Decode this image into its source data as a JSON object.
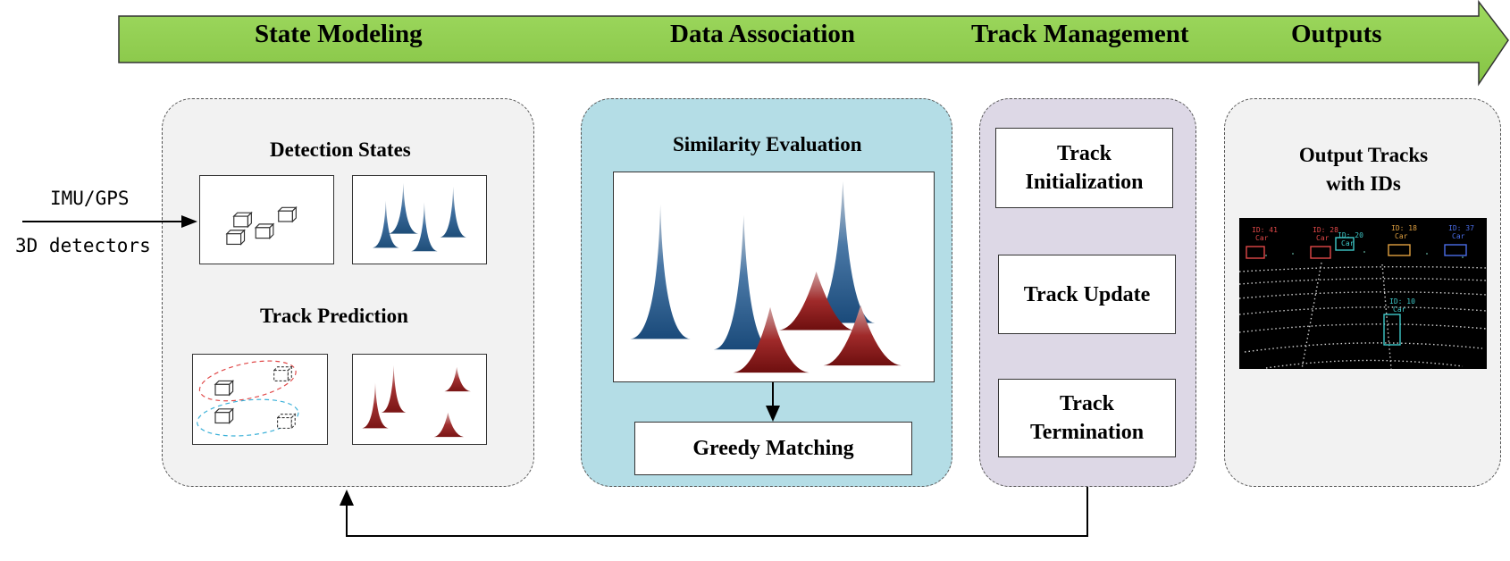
{
  "stages": [
    "State Modeling",
    "Data Association",
    "Track Management",
    "Outputs"
  ],
  "inputs": {
    "imu": "IMU/GPS",
    "detectors": "3D detectors"
  },
  "state_modeling": {
    "detection_states": "Detection States",
    "track_prediction": "Track Prediction"
  },
  "data_association": {
    "similarity": "Similarity Evaluation",
    "greedy": "Greedy Matching"
  },
  "track_management": {
    "init_line1": "Track",
    "init_line2": "Initialization",
    "update": "Track Update",
    "term_line1": "Track",
    "term_line2": "Termination"
  },
  "outputs": {
    "title_line1": "Output Tracks",
    "title_line2": "with IDs",
    "tags": [
      {
        "id": "ID: 41",
        "cls": "Car",
        "color": "#e04848"
      },
      {
        "id": "ID: 28",
        "cls": "Car",
        "color": "#e04848"
      },
      {
        "id": "ID: 20",
        "cls": "Car",
        "color": "#3ec9c9"
      },
      {
        "id": "ID: 18",
        "cls": "Car",
        "color": "#e0a040"
      },
      {
        "id": "ID: 37",
        "cls": "Car",
        "color": "#4a6de8"
      },
      {
        "id": "ID: 10",
        "cls": "Car",
        "color": "#3ec9c9"
      }
    ]
  },
  "colors": {
    "arrow_green": "#92d050",
    "state_panel": "#f2f2f2",
    "association_panel": "#b4dde6",
    "management_panel": "#ddd8e6",
    "output_panel": "#f2f2f2",
    "blue_peak": "#1f4e79",
    "red_peak": "#8b1a1a"
  }
}
